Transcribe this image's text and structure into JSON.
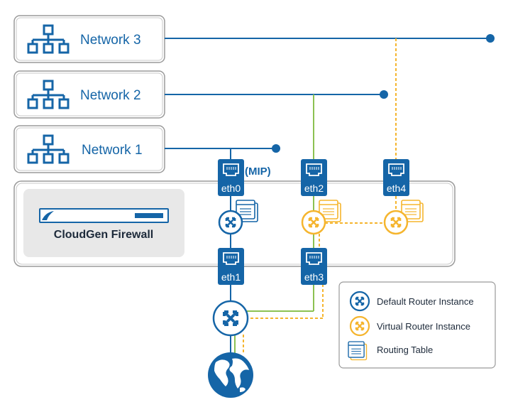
{
  "networks": [
    {
      "label": "Network 3"
    },
    {
      "label": "Network 2"
    },
    {
      "label": "Network 1"
    }
  ],
  "firewall": {
    "product_name": "CloudGen Firewall"
  },
  "interfaces": {
    "eth0": "eth0",
    "eth1": "eth1",
    "eth2": "eth2",
    "eth3": "eth3",
    "eth4": "eth4",
    "mip_label": "(MIP)"
  },
  "legend": {
    "default_router": "Default Router Instance",
    "virtual_router": "Virtual Router Instance",
    "routing_table": "Routing Table"
  },
  "colors": {
    "blue": "#1565a7",
    "orange": "#f5b52e",
    "green": "#8cc152",
    "gray_bg": "#e8e8e8"
  }
}
